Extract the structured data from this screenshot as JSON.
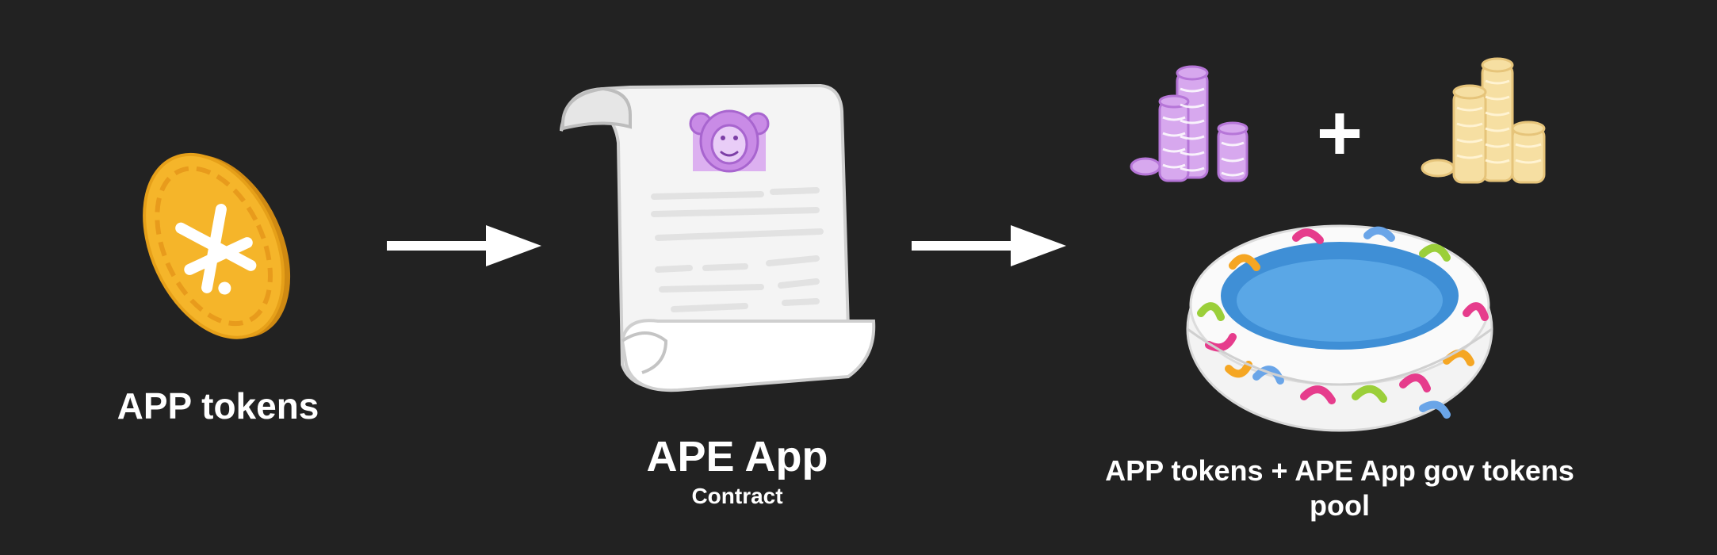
{
  "labels": {
    "app_tokens": "APP tokens",
    "ape_app": "APE App",
    "contract": "Contract",
    "pool_line1": "APP tokens + APE App gov tokens",
    "pool_line2": "pool"
  },
  "icons": {
    "coin": "app-store-coin-icon",
    "scroll": "contract-scroll-icon",
    "monkey": "monkey-face-icon",
    "coins_purple": "purple-coin-stack-icon",
    "coins_gold": "gold-coin-stack-icon",
    "pool": "inflatable-pool-icon"
  },
  "colors": {
    "background": "#222222",
    "coin_gold": "#f5b52a",
    "purple_coins": "#c98be6",
    "gold_coins": "#f6dfa2",
    "pool_water": "#3f8fd6",
    "text": "#ffffff"
  },
  "symbols": {
    "plus": "+"
  }
}
